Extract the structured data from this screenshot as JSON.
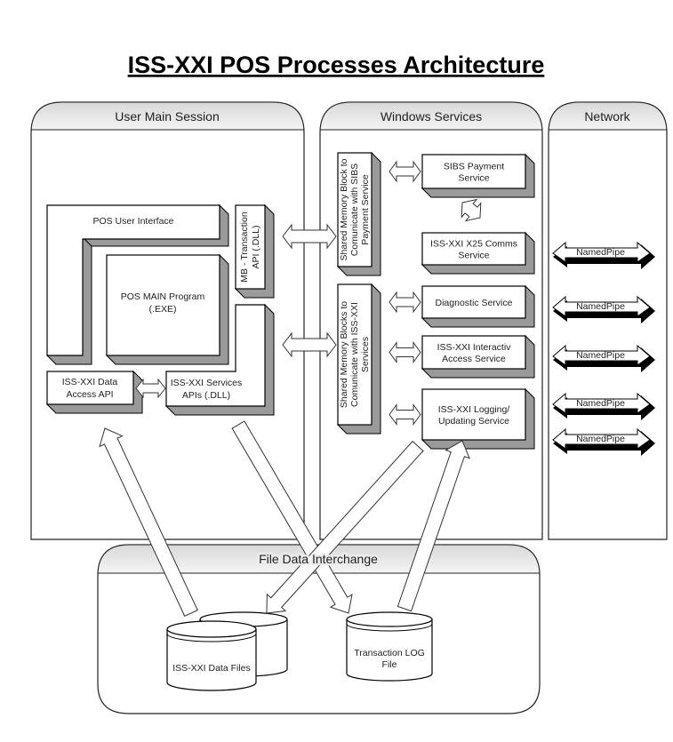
{
  "title": "ISS-XXI POS Processes Architecture",
  "panels": {
    "user_main_session": "User Main Session",
    "windows_services": "Windows Services",
    "network": "Network",
    "file_data_interchange": "File Data Interchange"
  },
  "user_session": {
    "pos_user_interface": "POS User Interface",
    "pos_main_program": [
      "POS MAIN Program",
      "(.EXE)"
    ],
    "mb_transaction_api": [
      "MB - Transaction",
      "API (.DLL)"
    ],
    "data_access_api": [
      "ISS-XXI Data",
      "Access API"
    ],
    "services_apis": [
      "ISS-XXI Services",
      "APIs (.DLL)"
    ]
  },
  "windows_services": {
    "shared_memory_sibs": [
      "Shared Memory Block to",
      "Comunicate with SIBS",
      "Payment Service"
    ],
    "shared_memory_iss": [
      "Shared Memory Blocks to",
      "Comunicate with ISS-XXI",
      "Services"
    ],
    "sibs_payment": [
      "SIBS Payment",
      "Service"
    ],
    "x25_comms": [
      "ISS-XXI X25 Comms",
      "Service"
    ],
    "diagnostic": [
      "Diagnostic Service"
    ],
    "interactive_access": [
      "ISS-XXI Interactiv",
      "Access Service"
    ],
    "logging": [
      "ISS-XXI Logging/",
      "Updating Service"
    ]
  },
  "network": {
    "pipes": [
      "NamedPipe",
      "NamedPipe",
      "NamedPipe",
      "NamedPipe",
      "NamedPipe"
    ]
  },
  "files": {
    "data_files": "ISS-XXI Data Files",
    "transaction_log": [
      "Transaction LOG",
      "File"
    ]
  },
  "colors": {
    "shadow": "#9a9a9a",
    "header_gradient": "#e6e6e6",
    "pipe_dark": "#000000"
  }
}
